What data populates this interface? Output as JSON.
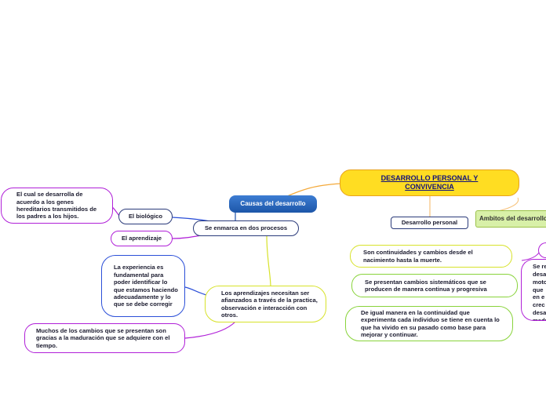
{
  "root": "DESARROLLO PERSONAL Y CONVIVENCIA",
  "causas": "Causas del desarrollo",
  "procesos": "Se enmarca en dos procesos",
  "biologico": "El biológico",
  "aprendizaje": "El aprendizaje",
  "biologico_desc": "El cual se desarrolla de acuerdo a los genes hereditarios transmitidos de los padres a los hijos.",
  "experiencia": "La experiencia es fundamental para poder identificar lo que estamos haciendo adecuadamente y lo que se debe corregir",
  "aprendizajes_necesitan": "Los aprendizajes necesitan ser afianzados a través de la practica, observación e interacción con otros.",
  "maduracion": "Muchos de los cambios que se presentan son gracias a la maduración que se adquiere con el tiempo.",
  "desarrollo_personal": "Desarrollo personal",
  "continuidades": "Son continuidades y cambios desde el nacimiento hasta la muerte.",
  "cambios_sistematicos": "Se presentan cambios sistemáticos que se producen de manera continua y progresiva",
  "igual_manera": "De igual manera en la continuidad que experimenta cada individuo se tiene en cuenta lo que ha vivido en su pasado como base para mejorar y continuar.",
  "ambitos": "Ambitos del desarrollo",
  "right_partial_lines": [
    "Se re",
    "desa",
    "moto",
    "que",
    "en e",
    "crec",
    "desa",
    "madu"
  ]
}
